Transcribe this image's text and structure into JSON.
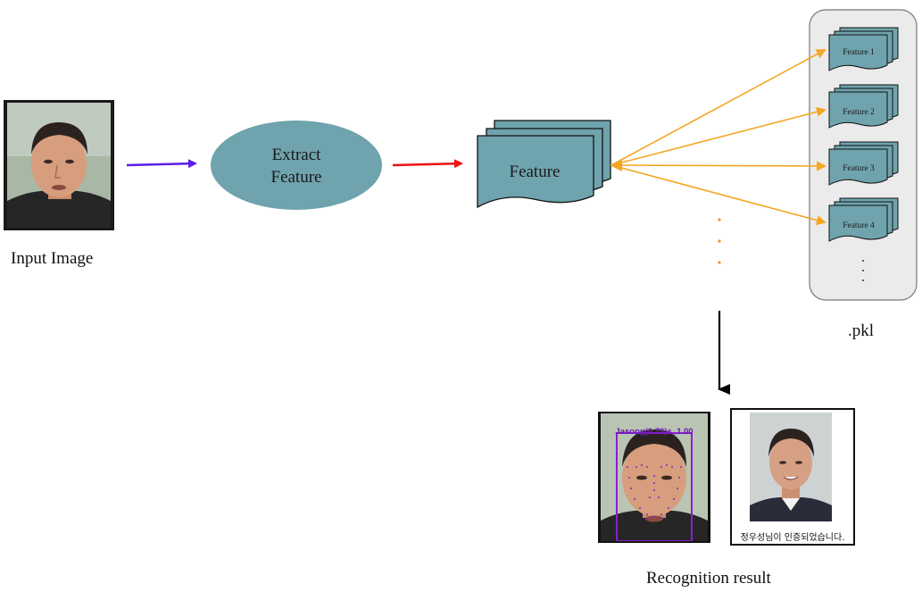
{
  "input": {
    "label": "Input Image"
  },
  "extract": {
    "line1": "Extract",
    "line2": "Feature"
  },
  "feature_stack": {
    "label": "Feature"
  },
  "pkl": {
    "items": [
      "Feature 1",
      "Feature 2",
      "Feature 3",
      "Feature 4"
    ],
    "label": ".pkl"
  },
  "result": {
    "label": "Recognition result",
    "detection_text": "Jasong(0.79)s_1.00",
    "caption": "정우성님이 인증되었습니다."
  },
  "colors": {
    "node_fill": "#6fa3ad",
    "arrow_input": "#5a1ee6",
    "arrow_extract": "#f01010",
    "arrow_pkl": "#f5a623",
    "arrow_result": "#000000",
    "panel_fill": "#ebebeb",
    "bbox": "#8a1fd6"
  },
  "icons": [
    "face-photo-icon",
    "document-stack-icon",
    "ellipsis-dots-icon"
  ]
}
